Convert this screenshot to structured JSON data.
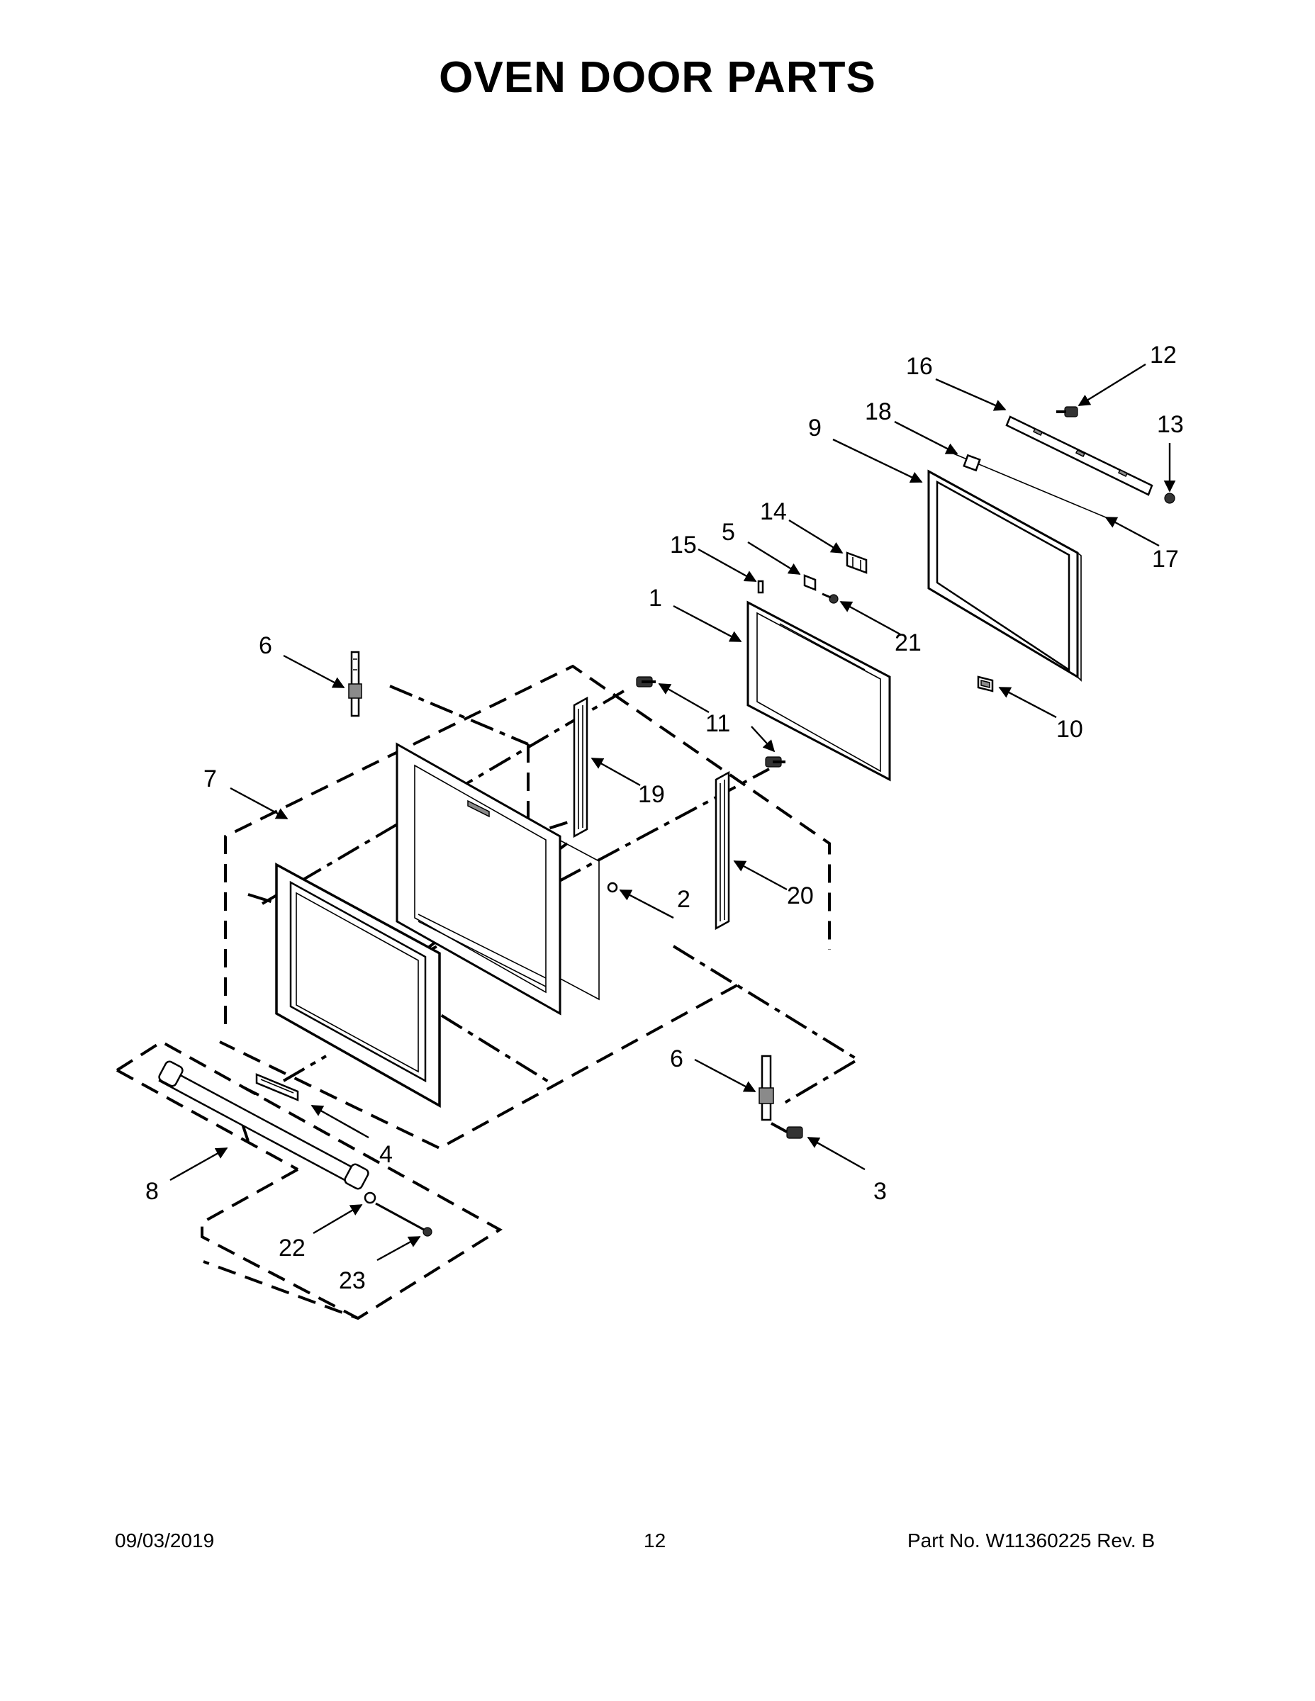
{
  "title": "OVEN DOOR PARTS",
  "footer": {
    "date": "09/03/2019",
    "page": "12",
    "part_no": "Part No.  W11360225  Rev.  B"
  },
  "callouts": {
    "c1": "1",
    "c2": "2",
    "c3": "3",
    "c4": "4",
    "c5": "5",
    "c6a": "6",
    "c6b": "6",
    "c7": "7",
    "c8": "8",
    "c9": "9",
    "c10": "10",
    "c11": "11",
    "c12": "12",
    "c13": "13",
    "c14": "14",
    "c15": "15",
    "c16": "16",
    "c17": "17",
    "c18": "18",
    "c19": "19",
    "c20": "20",
    "c21": "21",
    "c22": "22",
    "c23": "23"
  }
}
